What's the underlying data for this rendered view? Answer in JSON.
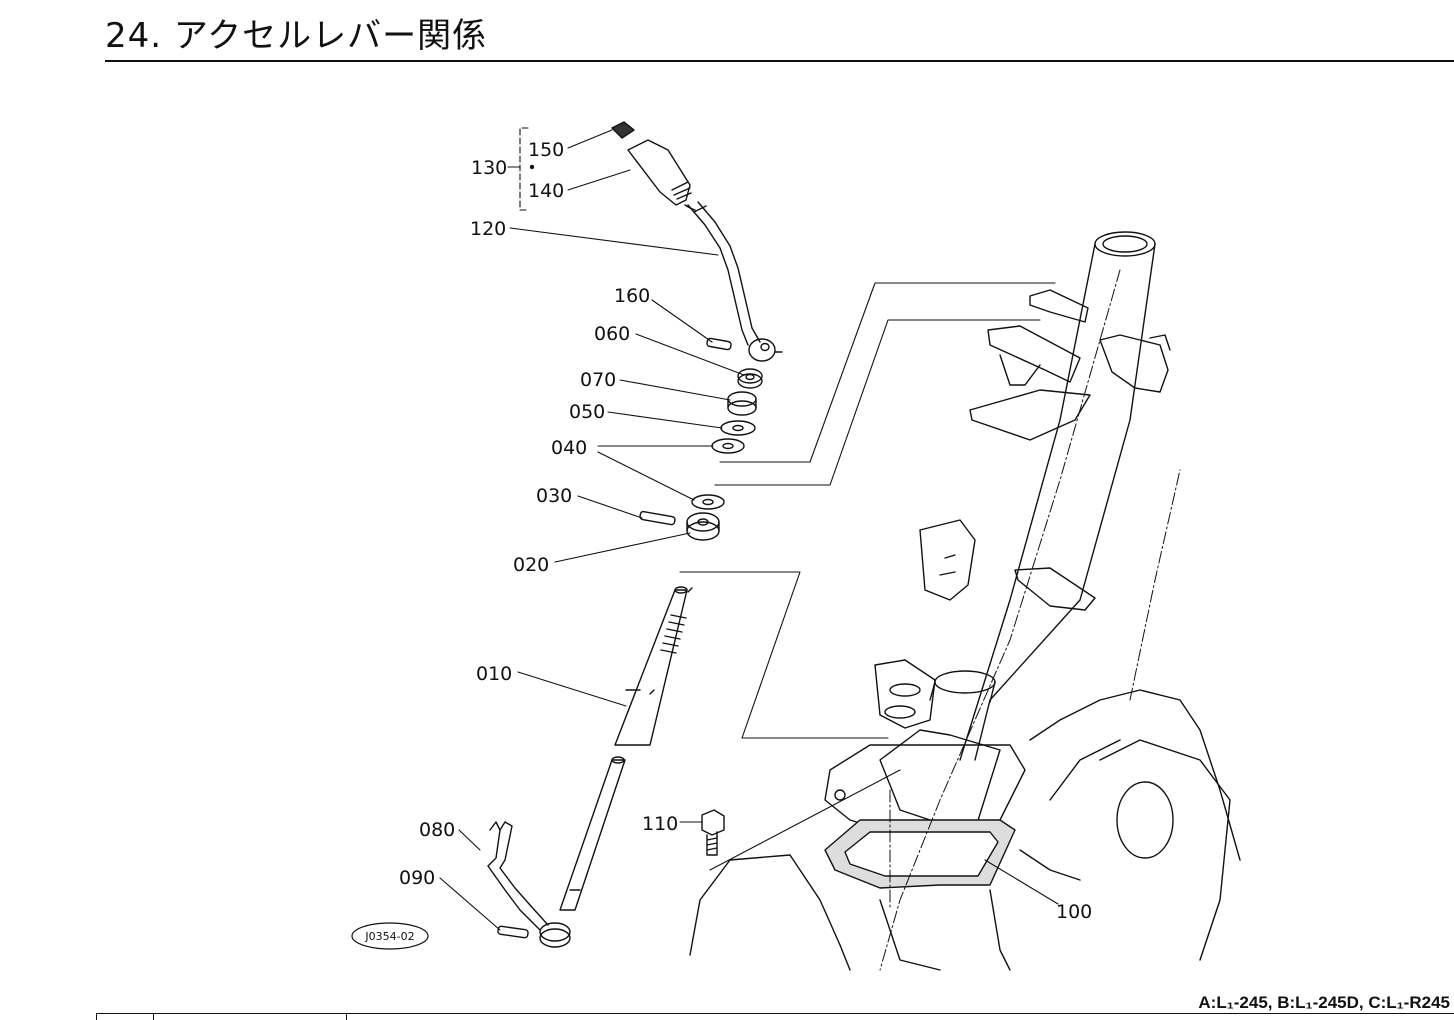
{
  "page": {
    "title": "24. アクセルレバー関係",
    "drawing_code": "J0354-02",
    "models_line": "A:L₁-245, B:L₁-245D, C:L₁-R245"
  },
  "callouts": {
    "p150": "150",
    "p140": "140",
    "p130": "130",
    "p120": "120",
    "p160": "160",
    "p060": "060",
    "p070": "070",
    "p050": "050",
    "p040": "040",
    "p030": "030",
    "p020": "020",
    "p010": "010",
    "p110": "110",
    "p080": "080",
    "p090": "090",
    "p100": "100"
  }
}
